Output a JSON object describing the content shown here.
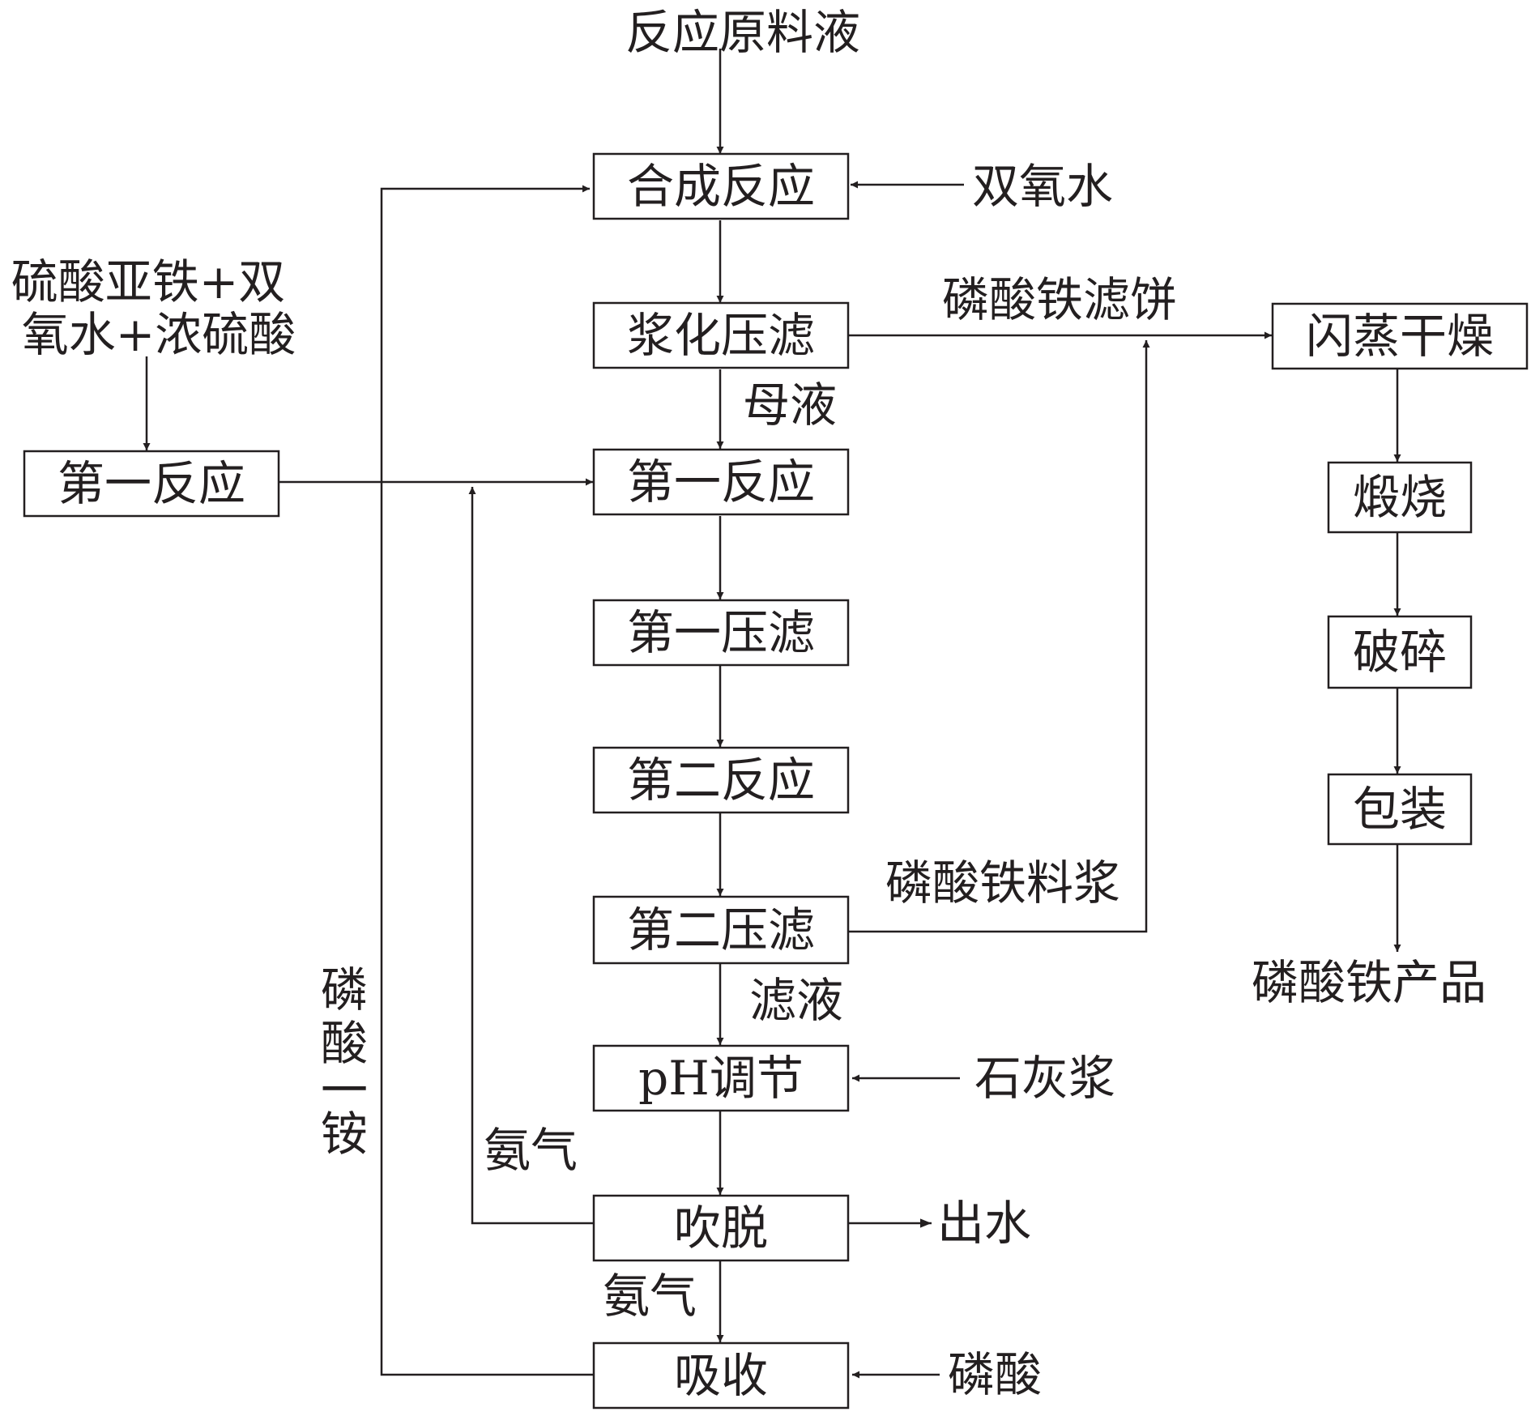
{
  "diagram": {
    "boxes": {
      "synthesis": "合成反应",
      "slurry_filter": "浆化压滤",
      "first_reaction_main": "第一反应",
      "first_reaction_left": "第一反应",
      "first_filter": "第一压滤",
      "second_reaction": "第二反应",
      "second_filter": "第二压滤",
      "ph_adjust": "pH调节",
      "stripping": "吹脱",
      "absorption": "吸收",
      "flash_dry": "闪蒸干燥",
      "calcination": "煅烧",
      "crushing": "破碎",
      "packaging": "包装"
    },
    "labels": {
      "feed": "反应原料液",
      "h2o2": "双氧水",
      "reagents_line1": "硫酸亚铁+双",
      "reagents_line2": "氧水+浓硫酸",
      "filter_cake": "磷酸铁滤饼",
      "mother_liquor": "母液",
      "slurry": "磷酸铁料浆",
      "filtrate": "滤液",
      "lime": "石灰浆",
      "ammonia_recycle": "氨气",
      "ammonia_down": "氨气",
      "water_out": "出水",
      "phosphoric_acid": "磷酸",
      "map_1": "磷",
      "map_2": "酸",
      "map_3": "一",
      "map_4": "铵",
      "product": "磷酸铁产品"
    }
  }
}
